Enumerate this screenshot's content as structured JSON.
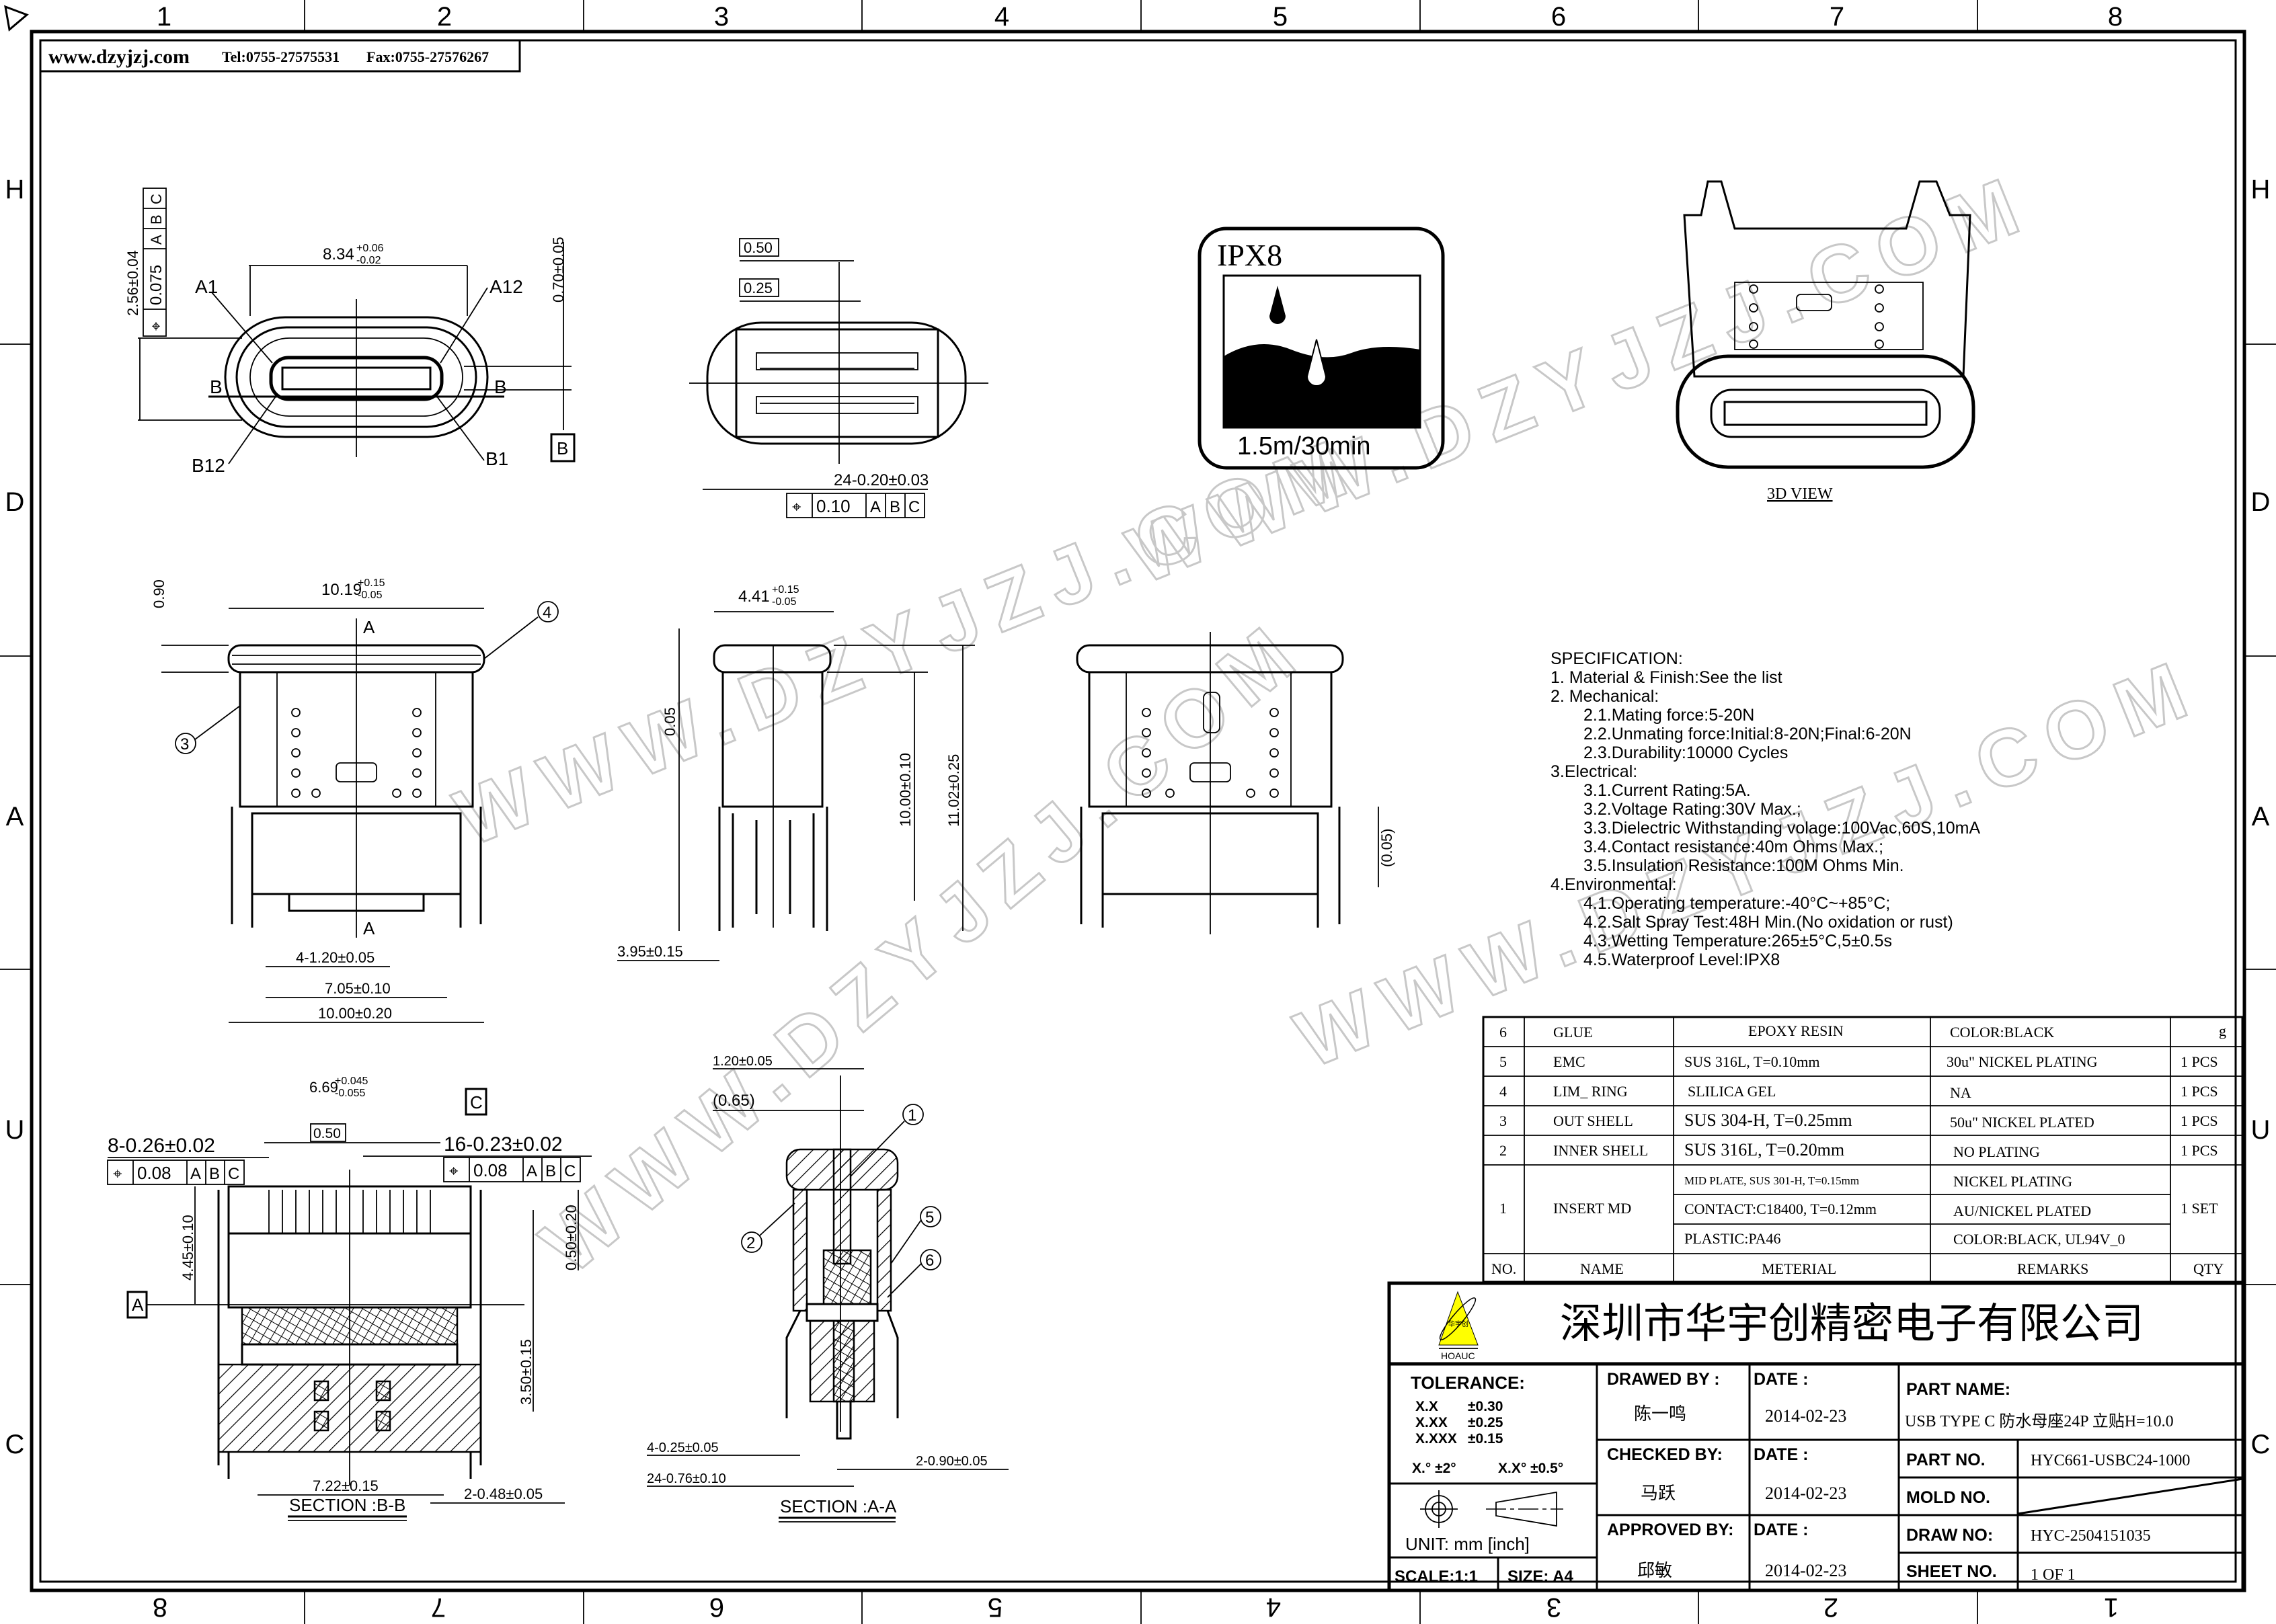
{
  "header": {
    "website": "www.dzyjzj.com",
    "tel": "Tel:0755-27575531",
    "fax": "Fax:0755-27576267"
  },
  "frame": {
    "columns_top": [
      "1",
      "2",
      "3",
      "4",
      "5",
      "6",
      "7",
      "8"
    ],
    "columns_bottom": [
      "8",
      "7",
      "6",
      "5",
      "4",
      "3",
      "2",
      "1"
    ],
    "rows": [
      "H",
      "D",
      "A",
      "U",
      "C"
    ]
  },
  "watermark": "WWW.DZYJZJ.COM",
  "views": {
    "front_port": {
      "width_dim": "8.34",
      "width_tol_plus": "+0.06",
      "width_tol_minus": "-0.02",
      "pin_a1": "A1",
      "pin_a12": "A12",
      "pin_b12": "B12",
      "pin_b1": "B1",
      "section_b_left": "B",
      "section_b_right": "B",
      "height_dim": "2.56±0.04",
      "fcf": {
        "symbol": "⌖",
        "value": "0.075",
        "d1": "A",
        "d2": "B",
        "d3": "C"
      },
      "offset_dim": "0.70±0.05",
      "datum": "B"
    },
    "pin_view": {
      "pitch_box": "0.50",
      "offset_box": "0.25",
      "pin_width": "24-0.20±0.03",
      "fcf": {
        "symbol": "⌖",
        "value": "0.10",
        "d1": "A",
        "d2": "B",
        "d3": "C"
      }
    },
    "ipx8_badge": {
      "title": "IPX8",
      "caption": "1.5m/30min"
    },
    "view_3d": {
      "label": "3D VIEW"
    },
    "front_view": {
      "width_dim": "10.19",
      "width_tol_plus": "+0.15",
      "width_tol_minus": "-0.05",
      "top_dim": "0.90",
      "section_a_top": "A",
      "section_a_bottom": "A",
      "balloon_4": "4",
      "balloon_3": "3",
      "pin_pitch": "4-1.20±0.05",
      "leg_span": "7.05±0.10",
      "base_width": "10.00±0.20"
    },
    "side_view": {
      "depth_dim": "4.41",
      "depth_tol_plus": "+0.15",
      "depth_tol_minus": "-0.05",
      "gap_dim": "0.05",
      "height_dim": "10.00±0.10",
      "overall_dim": "11.02±0.25",
      "leg_dim": "3.95±0.15"
    },
    "back_view": {
      "gap_dim": "(0.05)"
    },
    "section_bb": {
      "width_dim": "6.69",
      "width_tol_plus": "+0.045",
      "width_tol_minus": "-0.055",
      "datum_c": "C",
      "pitch_box": "0.50",
      "left_pins": "8-0.26±0.02",
      "left_fcf": {
        "symbol": "⌖",
        "value": "0.08",
        "d1": "A",
        "d2": "B",
        "d3": "C"
      },
      "right_pins": "16-0.23±0.02",
      "right_fcf": {
        "symbol": "⌖",
        "value": "0.08",
        "d1": "A",
        "d2": "B",
        "d3": "C"
      },
      "depth_dim": "4.45±0.10",
      "datum_a": "A",
      "gap_dim": "0.50±0.20",
      "lower_dim": "3.50±0.15",
      "leg_span": "7.22±0.15",
      "leg_width": "2-0.48±0.05",
      "title": "SECTION :B-B"
    },
    "section_aa": {
      "top_dim": "1.20±0.05",
      "inner_dim": "(0.65)",
      "balloon_1": "1",
      "balloon_2": "2",
      "balloon_5": "5",
      "balloon_6": "6",
      "leg_dim_1": "4-0.25±0.05",
      "leg_dim_2": "24-0.76±0.10",
      "leg_dim_3": "2-0.90±0.05",
      "title": "SECTION :A-A"
    }
  },
  "specification": {
    "title": "SPECIFICATION:",
    "lines": [
      "1.  Material  &  Finish:See  the  list",
      "2.  Mechanical:",
      "2.1.Mating  force:5-20N",
      "2.2.Unmating  force:Initial:8-20N;Final:6-20N",
      "2.3.Durability:10000  Cycles",
      "3.Electrical:",
      "3.1.Current  Rating:5A.",
      "3.2.Voltage  Rating:30V  Max.;",
      "3.3.Dielectric  Withstanding  volage:100Vac,60S,10mA",
      "3.4.Contact  resistance:40m  Ohms  Max.;",
      "3.5.Insulation  Resistance:100M  Ohms  Min.",
      "4.Environmental:",
      "4.1.Operating  temperature:-40°C~+85°C;",
      "4.2.Salt  Spray  Test:48H  Min.(No  oxidation  or  rust)",
      "4.3.Wetting  Temperature:265±5°C,5±0.5s",
      "4.5.Waterproof  Level:IPX8"
    ]
  },
  "bom": {
    "headers": [
      "NO.",
      "NAME",
      "METERIAL",
      "REMARKS",
      "QTY"
    ],
    "rows": [
      {
        "no": "6",
        "name": "GLUE",
        "material": "EPOXY RESIN",
        "remarks": "COLOR:BLACK",
        "qty": "g"
      },
      {
        "no": "5",
        "name": "EMC",
        "material": "SUS 316L, T=0.10mm",
        "remarks": "30u\" NICKEL PLATING",
        "qty": "1 PCS"
      },
      {
        "no": "4",
        "name": "LIM_ RING",
        "material": "SLILICA GEL",
        "remarks": "NA",
        "qty": "1 PCS"
      },
      {
        "no": "3",
        "name": "OUT SHELL",
        "material": "SUS 304-H, T=0.25mm",
        "remarks": "50u\" NICKEL PLATED",
        "qty": "1 PCS"
      },
      {
        "no": "2",
        "name": "INNER SHELL",
        "material": "SUS 316L, T=0.20mm",
        "remarks": "NO PLATING",
        "qty": "1 PCS"
      }
    ],
    "insert": {
      "no": "1",
      "name": "INSERT MD",
      "qty": "1 SET",
      "materials": [
        "MID PLATE, SUS 301-H, T=0.15mm",
        "CONTACT:C18400, T=0.12mm",
        "PLASTIC:PA46"
      ],
      "remarks": [
        "NICKEL PLATING",
        "AU/NICKEL PLATED",
        "COLOR:BLACK, UL94V_0"
      ]
    }
  },
  "title_block": {
    "logo_cn": "华宇创",
    "logo_en": "HOAUC",
    "logo_color": "#ffff00",
    "company": "深圳市华宇创精密电子有限公司",
    "tolerance_label": "TOLERANCE:",
    "tolerances": [
      {
        "fmt": "X.X",
        "val": "±0.30"
      },
      {
        "fmt": "X.XX",
        "val": "±0.25"
      },
      {
        "fmt": "X.XXX",
        "val": "±0.15"
      }
    ],
    "angle_tol_1": "X.° ±2°",
    "angle_tol_2": "X.X° ±0.5°",
    "unit": "UNIT:  mm  [inch]",
    "scale": "SCALE:1:1",
    "size": "SIZE:  A4",
    "drawn_by_label": "DRAWED  BY :",
    "drawn_by": "陈一鸣",
    "checked_by_label": "CHECKED  BY:",
    "checked_by": "马跃",
    "approved_by_label": "APPROVED  BY:",
    "approved_by": "邱敏",
    "date_label": "DATE :",
    "date_drawn": "2014-02-23",
    "date_checked": "2014-02-23",
    "date_approved": "2014-02-23",
    "part_name_label": "PART  NAME:",
    "part_name": "USB TYPE C 防水母座24P 立贴H=10.0",
    "part_no_label": "PART  NO.",
    "part_no": "HYC661-USBC24-1000",
    "mold_no_label": "MOLD  NO.",
    "draw_no_label": "DRAW  NO:",
    "draw_no": "HYC-2504151035",
    "sheet_no_label": "SHEET  NO.",
    "sheet_no": "1  OF  1"
  }
}
